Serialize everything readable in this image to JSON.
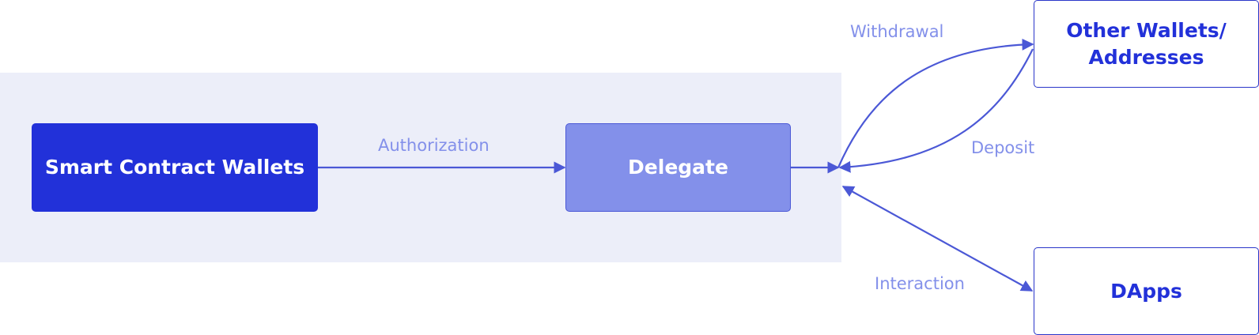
{
  "nodes": {
    "smart_contract_wallets": "Smart Contract Wallets",
    "delegate": "Delegate",
    "other_wallets_line1": "Other Wallets/",
    "other_wallets_line2": "Addresses",
    "dapps": "DApps"
  },
  "edges": {
    "authorization": "Authorization",
    "withdrawal": "Withdrawal",
    "deposit": "Deposit",
    "interaction": "Interaction"
  },
  "colors": {
    "primary": "#2231d9",
    "delegate_fill": "#8390ea",
    "arrow": "#4b58d6",
    "label": "#8390ea",
    "panel": "#eceef9"
  }
}
